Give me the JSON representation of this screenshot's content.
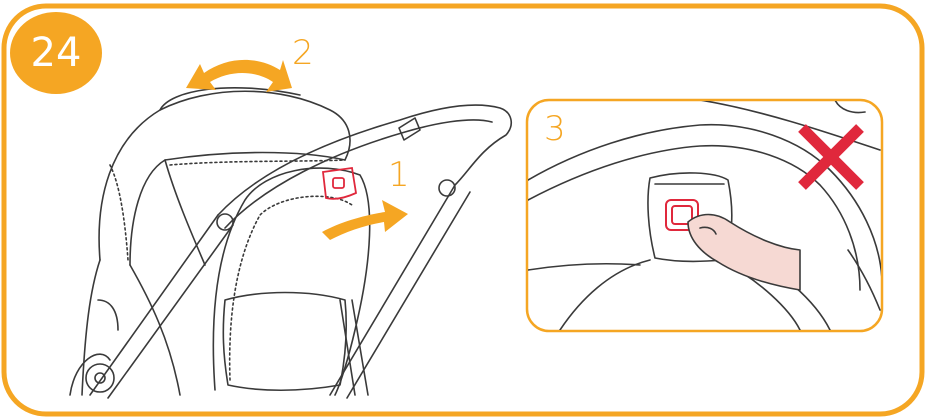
{
  "step_number": "24",
  "labels": {
    "one": "1",
    "two": "2",
    "three": "3"
  },
  "colors": {
    "accent": "#F5A623",
    "warning": "#E0283C",
    "line": "#3a3a3a",
    "skin": "#F6D9D3"
  },
  "icons": {
    "cross": "x-mark-icon"
  }
}
